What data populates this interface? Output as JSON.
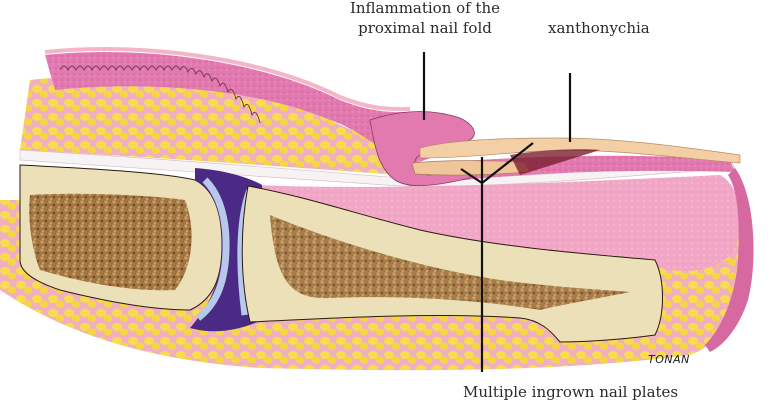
{
  "labels": {
    "inflammation_line1": "Inflammation of the",
    "inflammation_line2": "proximal nail fold",
    "xanthonychia": "xanthonychia",
    "ingrown": "Multiple ingrown nail plates"
  },
  "signature": "TONAN",
  "colors": {
    "skin_pink": "#e77fb4",
    "skin_light": "#f4a9c8",
    "dermis_pink": "#f2a3c4",
    "fat_yellow": "#f7d64a",
    "bone": "#ece0b8",
    "marrow": "#8a5a2a",
    "joint_purple": "#4b2a86",
    "cartilage": "#b8c8ea",
    "nail": "#f3cfa6",
    "tendon": "#f5f0f0",
    "leader_line": "#111111"
  }
}
